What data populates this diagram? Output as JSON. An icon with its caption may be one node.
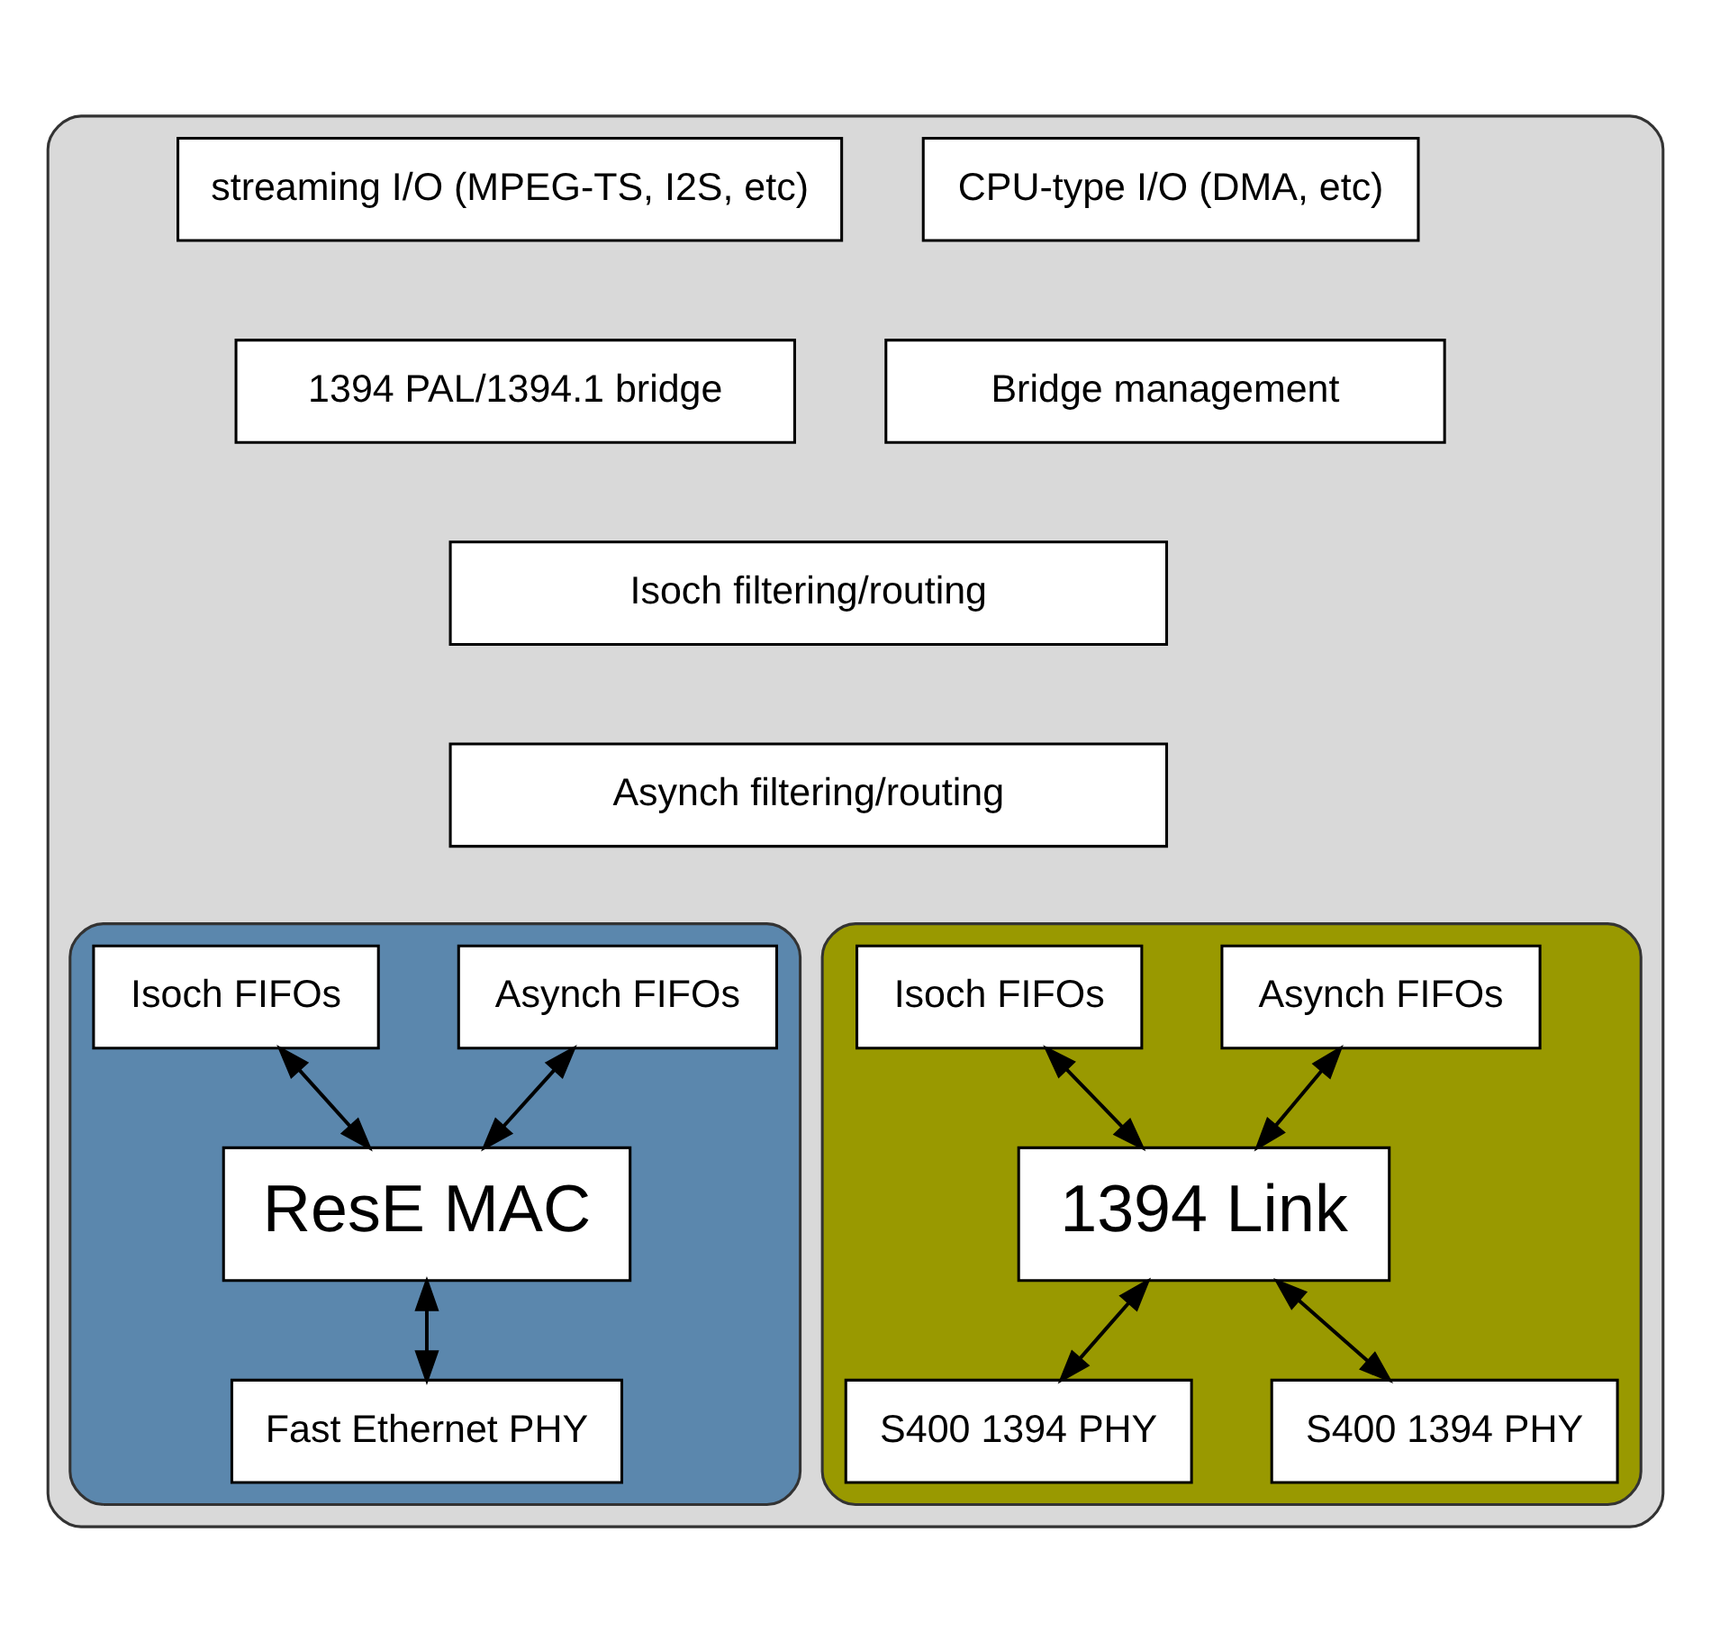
{
  "diagram": {
    "nodes": [
      {
        "text": [],
        "shape": "box"
      },
      {
        "text": [
          "CPU-type I/O (DMA, etc)"
        ],
        "in": 0
      },
      {
        "text": [
          "streaming I/O (MPEG-TS, I2S, etc)"
        ],
        "in": 0
      },
      {
        "text": [
          "Bridge management"
        ],
        "in": 0
      },
      {
        "text": [
          "1394 PAL/1394.1 bridge"
        ],
        "in": 0
      },
      {
        "text": [
          "Isoch filtering/routing"
        ],
        "in": 0
      },
      {
        "text": [
          "Asynch filtering/routing"
        ],
        "in": 0
      },
      {
        "text": [],
        "shape": "box",
        "in": 0
      },
      {
        "text": [
          "Asynch FIFOs"
        ],
        "in": 7
      },
      {
        "text": [
          "Isoch FIFOs"
        ],
        "in": 7
      },
      {
        "text": [
          "ResE MAC"
        ],
        "in": 7
      },
      {
        "text": [
          "Fast Ethernet PHY"
        ],
        "in": 7
      },
      {
        "text": [],
        "shape": "box",
        "in": 0
      },
      {
        "text": [
          "Asynch FIFOs"
        ],
        "in": 12
      },
      {
        "text": [
          "Isoch FIFOs"
        ],
        "in": 12
      },
      {
        "text": [
          "1394 Link"
        ],
        "in": 12
      },
      {
        "text": [
          "S400 1394 PHY"
        ],
        "in": 12
      },
      {
        "text": [
          "S400 1394 PHY"
        ],
        "in": 12
      }
    ],
    "edges": [
      {
        "from": 8,
        "to": 10,
        "arrow": "both"
      },
      {
        "from": 9,
        "to": 10,
        "arrow": "both"
      },
      {
        "from": 10,
        "to": 11,
        "arrow": "both"
      },
      {
        "from": 13,
        "to": 15,
        "arrow": "both"
      },
      {
        "from": 14,
        "to": 15,
        "arrow": "both"
      },
      {
        "from": 15,
        "to": 16,
        "arrow": "both"
      },
      {
        "from": 15,
        "to": 17,
        "arrow": "both"
      }
    ]
  }
}
